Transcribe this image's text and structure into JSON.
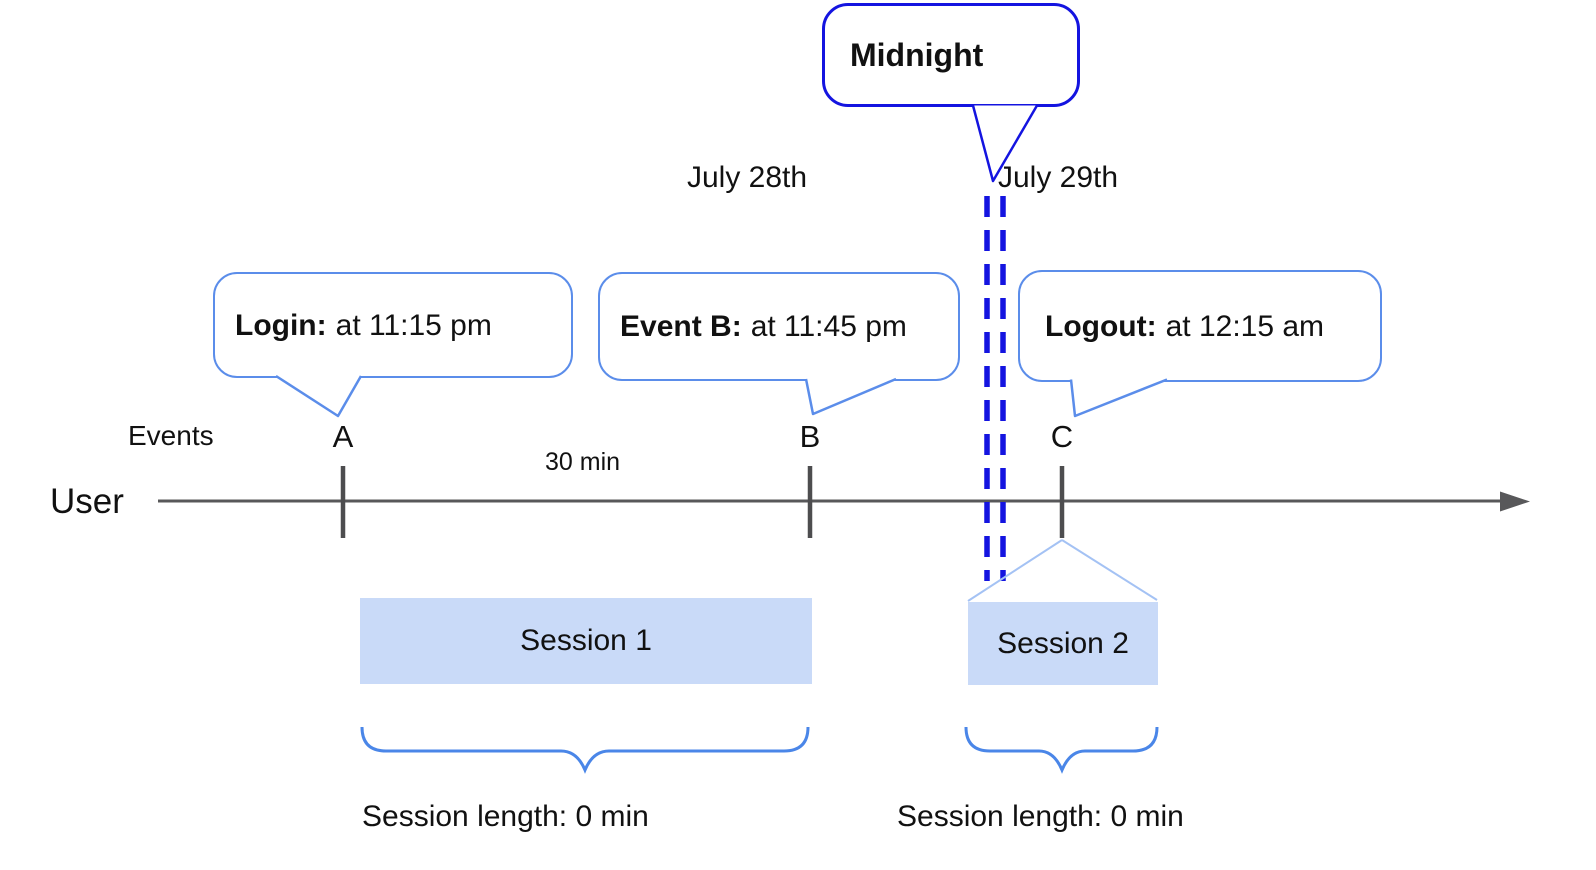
{
  "dates": {
    "july28": "July 28th",
    "july29": "July 29th"
  },
  "midnight": {
    "label": "Midnight"
  },
  "callouts": {
    "login": {
      "title": "Login:",
      "detail": "at 11:15 pm"
    },
    "event_b": {
      "title": "Event B:",
      "detail": "at 11:45 pm"
    },
    "logout": {
      "title": "Logout:",
      "detail": "at 12:15 am"
    }
  },
  "timeline": {
    "events_label": "Events",
    "user_label": "User",
    "interval_label": "30 min",
    "marker_a": "A",
    "marker_b": "B",
    "marker_c": "C"
  },
  "sessions": {
    "session1": {
      "label": "Session 1",
      "length": "Session length: 0 min"
    },
    "session2": {
      "label": "Session 2",
      "length": "Session length: 0 min"
    }
  },
  "colors": {
    "midnight_blue": "#1414e0",
    "callout_border": "#5b8dea",
    "session_fill": "#c9daf8",
    "brace_blue": "#4a86e8",
    "projection_blue": "#a4c2f4",
    "axis_gray": "#58585a",
    "text_black": "#111111"
  }
}
